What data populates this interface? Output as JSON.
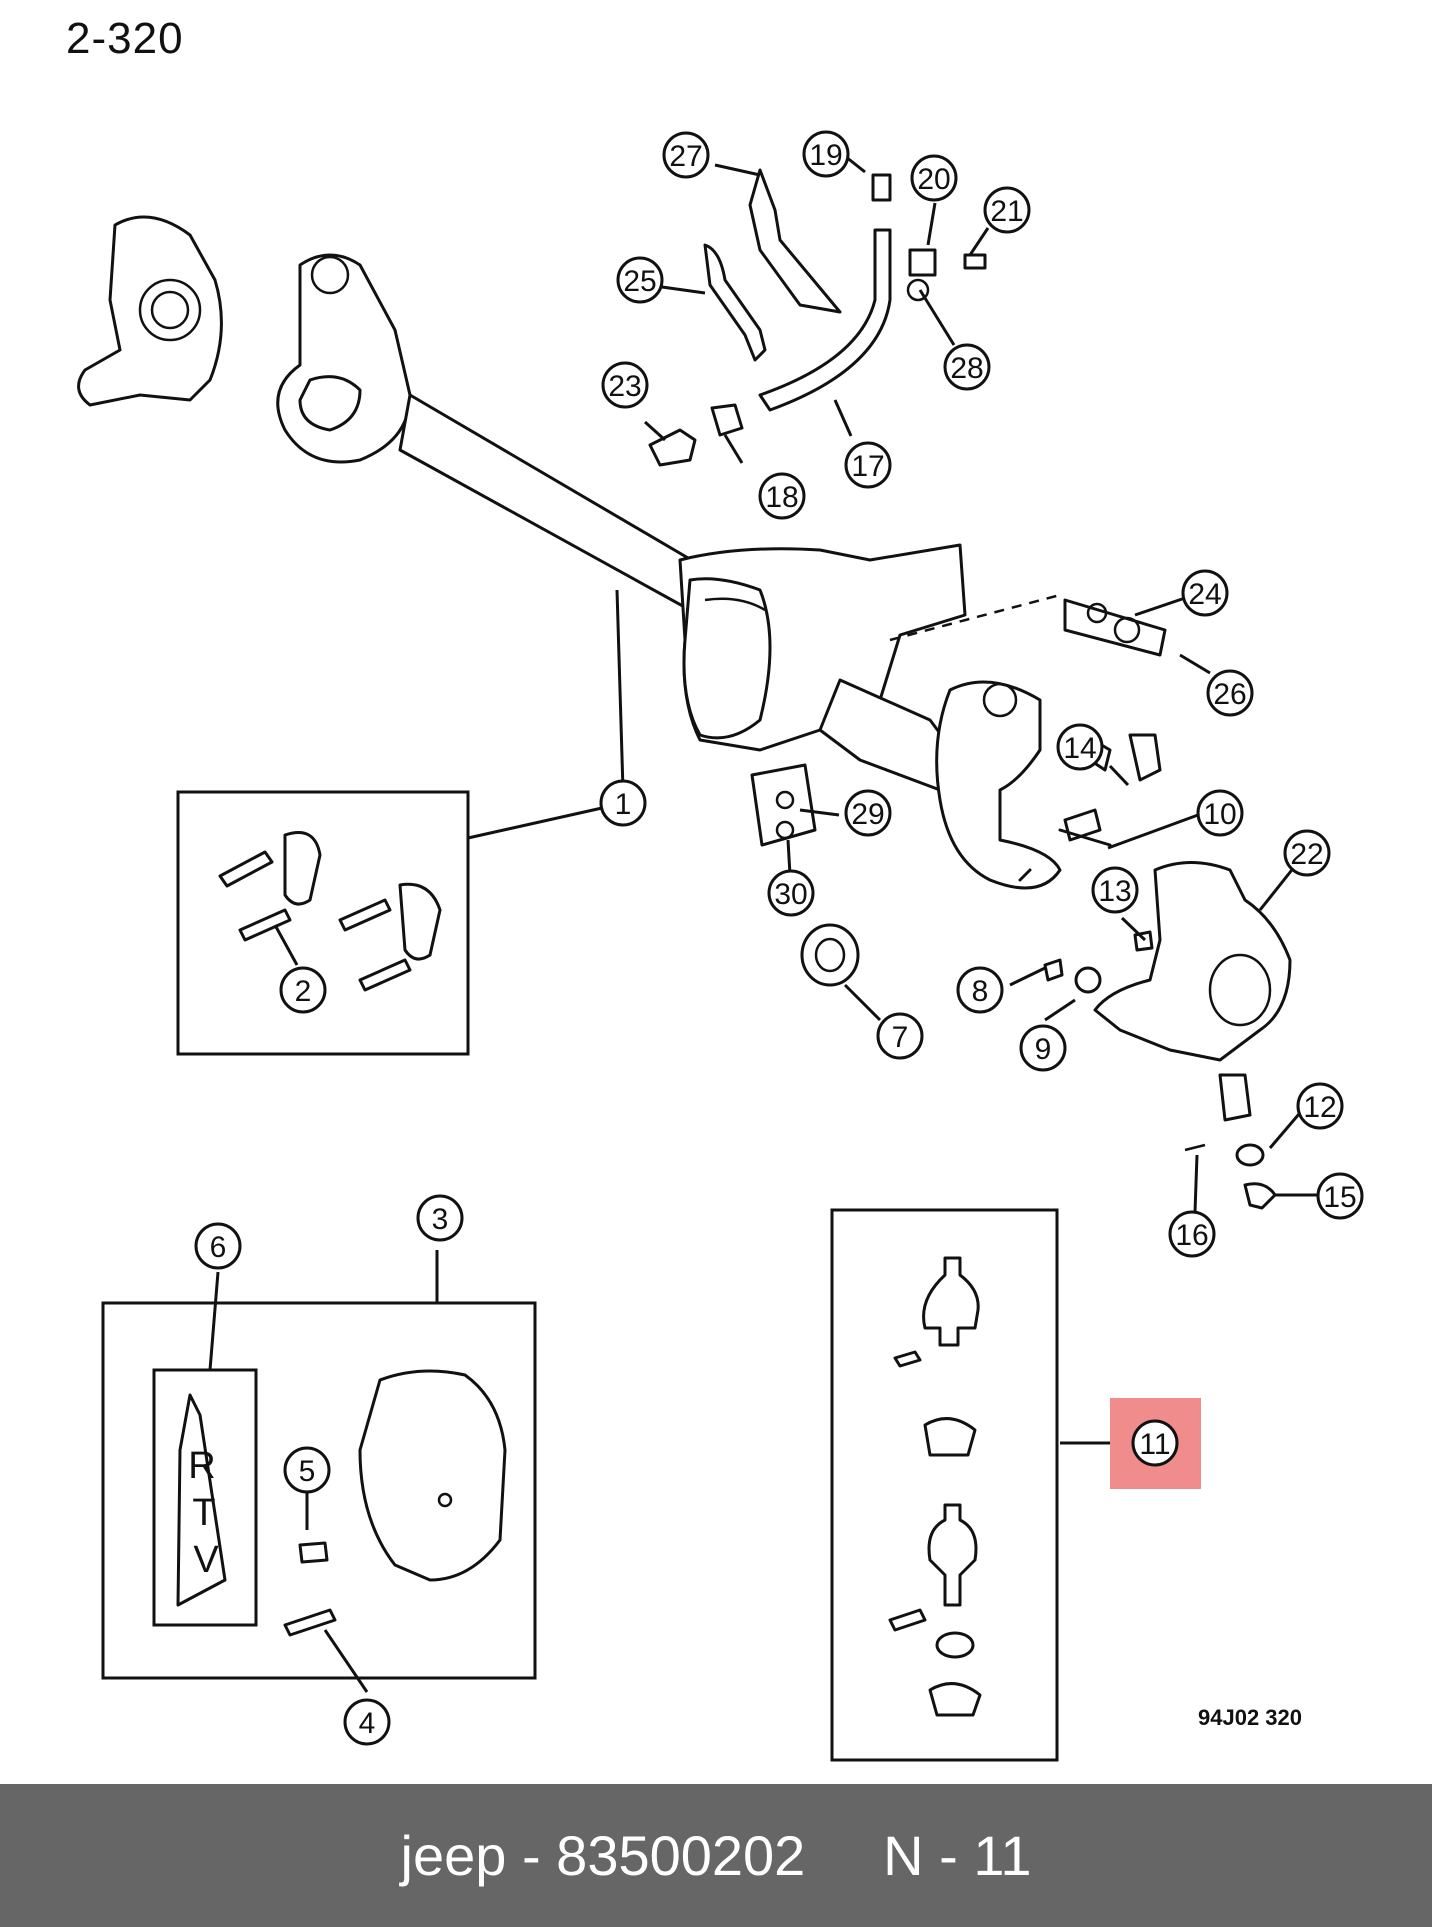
{
  "page_number": "2-320",
  "drawing_code": "94J02  320",
  "footer": {
    "brand": "jeep",
    "separator": "-",
    "part_number": "83500202",
    "position": "N - 11"
  },
  "highlight_color": "#f08080",
  "rtv_label": "RTV",
  "callouts": [
    "1",
    "2",
    "3",
    "4",
    "5",
    "6",
    "7",
    "8",
    "9",
    "10",
    "11",
    "12",
    "13",
    "14",
    "15",
    "16",
    "17",
    "18",
    "19",
    "20",
    "21",
    "22",
    "23",
    "24",
    "25",
    "26",
    "27",
    "28",
    "29",
    "30"
  ],
  "highlighted_callout": "11"
}
